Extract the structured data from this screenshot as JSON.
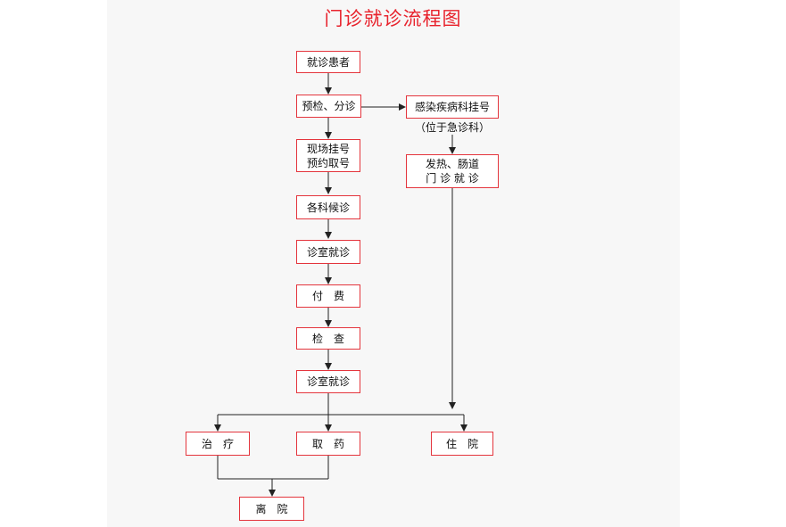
{
  "title": "门诊就诊流程图",
  "nodes": {
    "patient": "就诊患者",
    "pre_check": "预检、分诊",
    "reg_onsite": "现场挂号",
    "reg_booked": "预约取号",
    "wait": "各科候诊",
    "consult_1": "诊室就诊",
    "pay": "付　费",
    "exam": "检　查",
    "consult_2": "诊室就诊",
    "treat": "治　疗",
    "medicine": "取　药",
    "inpatient": "住　院",
    "leave": "离　院",
    "infect_reg": "感染疾病科挂号",
    "infect_note": "（位于急诊科）",
    "fever_line1": "发热、肠道",
    "fever_line2": "门 诊 就 诊"
  },
  "colors": {
    "title": "#e8232d",
    "box_border": "#e4353d",
    "connector": "#222222"
  }
}
